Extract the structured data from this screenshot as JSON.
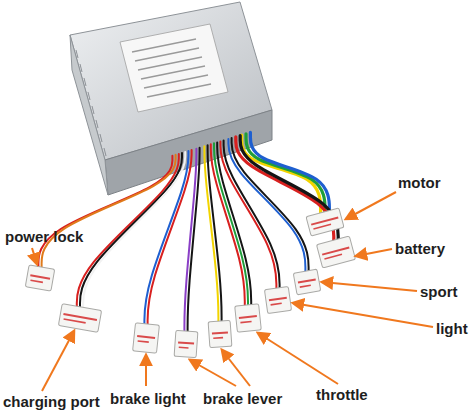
{
  "diagram": {
    "labels": [
      "motor",
      "power lock",
      "battery",
      "sport",
      "light",
      "charging port",
      "brake light",
      "brake lever",
      "throttle"
    ]
  }
}
